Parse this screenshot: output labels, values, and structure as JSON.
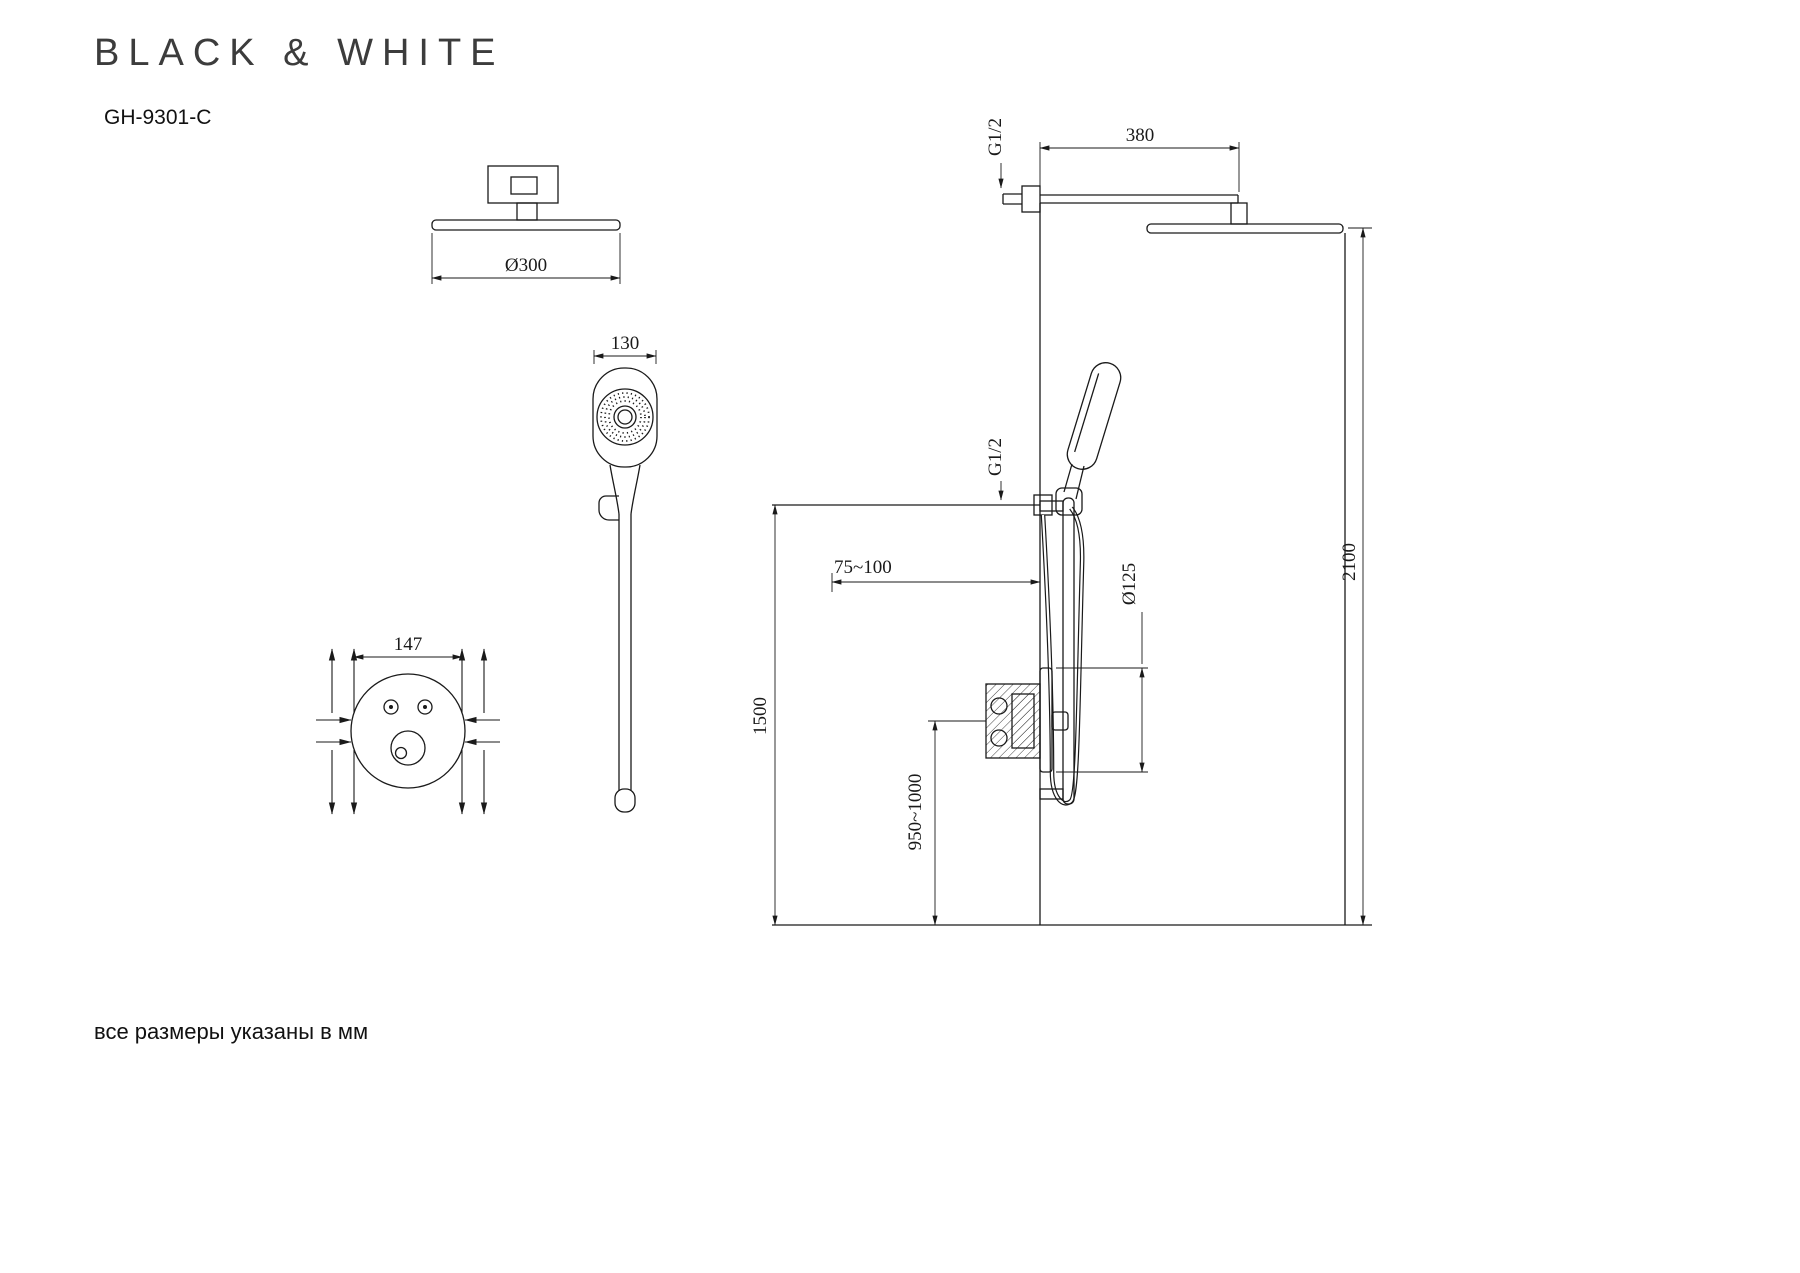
{
  "page": {
    "brand": "BLACK & WHITE",
    "model": "GH-9301-C",
    "footnote": "все размеры указаны в мм"
  },
  "views": {
    "overhead_front": {
      "head_diameter": "Ø300"
    },
    "hand_front": {
      "head_width": "130"
    },
    "valve_front": {
      "ports_spacing": "147"
    },
    "elevation": {
      "arm_length": "380",
      "arm_thread": "G1/2",
      "hose_outlet_thread": "G1/2",
      "total_height": "2100",
      "bar_level_height": "1500",
      "wall_depth_range": "75~100",
      "trim_plate_diameter": "Ø125",
      "valve_mount_height": "950~1000"
    }
  },
  "colors": {
    "line": "#1a1a1a",
    "background": "#ffffff"
  }
}
